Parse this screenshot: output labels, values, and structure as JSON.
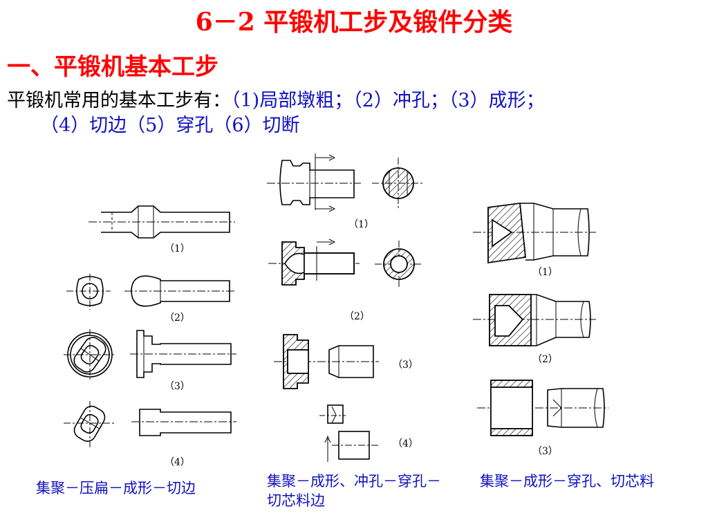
{
  "title": "6－2 平锻机工步及锻件分类",
  "subtitle": "一、平锻机基本工步",
  "intro": {
    "lead": "平锻机常用的基本工步有：",
    "steps_line1": "（1)局部墩粗；（2）冲孔；（3）成形；",
    "steps_line2": "（4）切边（5）穿孔（6）切断"
  },
  "figure_labels": {
    "left": [
      "（1）",
      "（2）",
      "（3）",
      "（4）"
    ],
    "middle": [
      "（1）",
      "（2）",
      "（3）",
      "（4）"
    ],
    "right": [
      "（1）",
      "（2）",
      "（3）"
    ]
  },
  "captions": {
    "left": "集聚－压扁－成形－切边",
    "middle": "集聚－成形、冲孔－穿孔－切芯料边",
    "right": "集聚－成形－穿孔、切芯料"
  },
  "colors": {
    "title": "#ff0000",
    "steps": "#1010c0",
    "captions": "#1010c0",
    "line": "#000000"
  }
}
